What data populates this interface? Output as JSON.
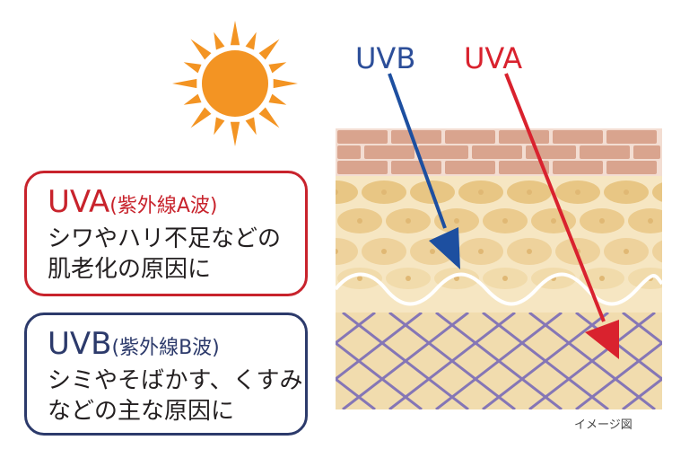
{
  "sun_icon": "sun-icon",
  "rays": {
    "uvb_label": "UVB",
    "uva_label": "UVA"
  },
  "uva_box": {
    "title_main": "UVA",
    "title_sub": "(紫外線A波)",
    "desc_line1": "シワやハリ不足などの",
    "desc_line2": "肌老化の原因に"
  },
  "uvb_box": {
    "title_main": "UVB",
    "title_sub": "(紫外線B波)",
    "desc_line1": "シミやそばかす、くすみ",
    "desc_line2": "などの主な原因に"
  },
  "caption": "イメージ図",
  "colors": {
    "uva": "#c8232c",
    "uvb": "#2c3a6b",
    "uvb_arrow": "#1d4fa0",
    "uva_arrow": "#d9222e",
    "sun": "#f39423",
    "brick": "#d9a48e",
    "epidermis": "#efd39a",
    "dermis": "#f1dcae",
    "mesh": "#8576b6"
  }
}
